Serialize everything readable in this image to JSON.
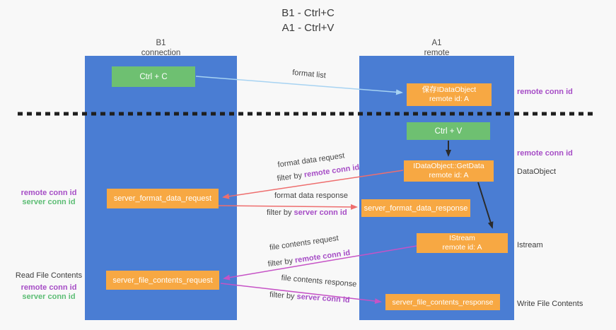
{
  "colors": {
    "bg": "#f8f8f8",
    "column-blue": "#4a7dd3",
    "node-orange": "#f7a843",
    "node-green": "#6ec071",
    "purple": "#a64dc6",
    "green-text": "#5cbd74",
    "arrow-red": "#ee6e6e",
    "arrow-magenta": "#c653c6",
    "arrow-blue": "#a7d3f2",
    "arrow-black": "#2b2b2b"
  },
  "title": {
    "line1": "B1 - Ctrl+C",
    "line2": "A1 - Ctrl+V"
  },
  "columns": {
    "left": {
      "name": "B1",
      "role": "connection"
    },
    "right": {
      "name": "A1",
      "role": "remote"
    }
  },
  "nodes": {
    "ctrl_c": {
      "label": "Ctrl + C"
    },
    "ctrl_v": {
      "label": "Ctrl + V"
    },
    "save_idataobject": {
      "line1": "保存IDataObject",
      "line2": "remote id: A"
    },
    "getdata": {
      "line1": "IDataObject::GetData",
      "line2": "remote id: A"
    },
    "istream": {
      "line1": "IStream",
      "line2": "remote id: A"
    },
    "server_format_data_request": {
      "label": "server_format_data_request"
    },
    "server_format_data_response": {
      "label": "server_format_data_response"
    },
    "server_file_contents_request": {
      "label": "server_file_contents_request"
    },
    "server_file_contents_response": {
      "label": "server_file_contents_response"
    }
  },
  "edge_labels": {
    "format_list": "format list",
    "format_data_request": "format data request",
    "format_data_response": "format data response",
    "file_contents_request": "file contents request",
    "file_contents_response": "file contents response",
    "filter_by": "filter by ",
    "remote_conn_id": "remote conn id",
    "server_conn_id": "server conn id"
  },
  "side_labels": {
    "left": {
      "remote_conn_id_top": "remote conn id",
      "server_conn_id_top": "server conn id",
      "read_file_contents": "Read File Contents",
      "remote_conn_id_bottom": "remote conn id",
      "server_conn_id_bottom": "server conn id"
    },
    "right": {
      "remote_conn_id_top": "remote conn id",
      "remote_conn_id_mid": "remote conn id",
      "dataobject": "DataObject",
      "istream": "Istream",
      "write_file_contents": "Write File Contents"
    }
  }
}
